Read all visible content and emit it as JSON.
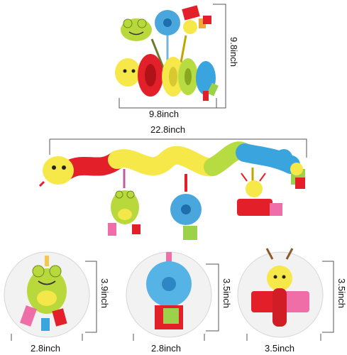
{
  "top_view": {
    "width_label": "9.8inch",
    "height_label": "9.8inch"
  },
  "stretched_view": {
    "length_label": "22.8inch"
  },
  "details": [
    {
      "width_label": "2.8inch",
      "height_label": "3.9inch"
    },
    {
      "width_label": "2.8inch",
      "height_label": "3.5inch"
    },
    {
      "width_label": "3.5inch",
      "height_label": "3.5inch"
    }
  ],
  "colors": {
    "red": "#e3202a",
    "yellow": "#f7e84a",
    "green": "#b6dc42",
    "blue": "#3aa4de",
    "lime_frog": "#b8d83c",
    "line": "#555555"
  }
}
